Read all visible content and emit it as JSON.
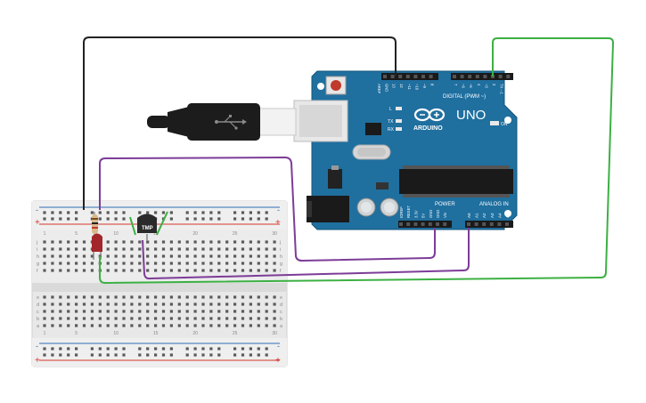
{
  "board": {
    "brand": "ARDUINO",
    "model": "UNO",
    "digital_header": "DIGITAL (PWM ~)",
    "power_header": "POWER",
    "analog_header": "ANALOG IN",
    "led_labels": [
      "L",
      "TX",
      "RX"
    ],
    "on_label": "ON",
    "top_pins": [
      "AREF",
      "GND",
      "13",
      "12",
      "~11",
      "~10",
      "~9",
      "8",
      "7",
      "~6",
      "~5",
      "4",
      "~3",
      "2",
      "TX→1",
      "RX←0"
    ],
    "power_pins": [
      "IOREF",
      "RESET",
      "3.3V",
      "5V",
      "GND",
      "GND",
      "Vin"
    ],
    "analog_pins": [
      "A0",
      "A1",
      "A2",
      "A3",
      "A4",
      "A5"
    ]
  },
  "sensor": {
    "label": "TMP"
  },
  "breadboard": {
    "rail_plus": "+",
    "rail_minus": "-",
    "rows_top": [
      "j",
      "i",
      "h",
      "g",
      "f"
    ],
    "rows_bottom": [
      "e",
      "d",
      "c",
      "b",
      "a"
    ],
    "column_numbers": [
      "1",
      "",
      "",
      "",
      "5",
      "",
      "",
      "",
      "",
      "10",
      "",
      "",
      "",
      "",
      "15",
      "",
      "",
      "",
      "",
      "20",
      "",
      "",
      "",
      "",
      "25",
      "",
      "",
      "",
      "",
      "30"
    ]
  },
  "colors": {
    "board_blue": "#1f6f9f",
    "wire_black": "#222222",
    "wire_green": "#3cb043",
    "wire_purple": "#7d3c98",
    "breadboard": "#e9e9e9",
    "rail_red": "#d9342b",
    "rail_blue": "#2d6db5"
  }
}
